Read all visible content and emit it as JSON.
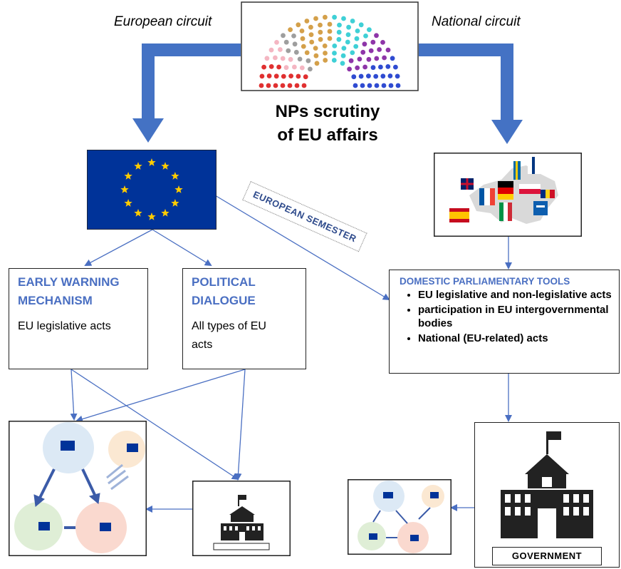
{
  "header": {
    "left_circuit": "European circuit",
    "right_circuit": "National circuit",
    "title_line1": "NPs scrutiny",
    "title_line2": "of EU affairs"
  },
  "semester_label": "EUROPEAN SEMESTER",
  "ewm": {
    "title_line1": "EARLY WARNING",
    "title_line2": "MECHANISM",
    "body": "EU legislative acts"
  },
  "political_dialogue": {
    "title_line1": "POLITICAL",
    "title_line2": "DIALOGUE",
    "body_line1": "All types of EU",
    "body_line2": "acts"
  },
  "domestic_tools": {
    "title": "DOMESTIC PARLIAMENTARY TOOLS",
    "items": [
      "EU legislative and non-legislative acts",
      "participation in EU intergovernmental bodies",
      "National (EU-related) acts"
    ]
  },
  "government_label": "GOVERNMENT",
  "colors": {
    "arrow_blue": "#4472c4",
    "eu_blue": "#003399",
    "eu_star": "#ffcc00",
    "heading_blue": "#4a6fc2"
  }
}
